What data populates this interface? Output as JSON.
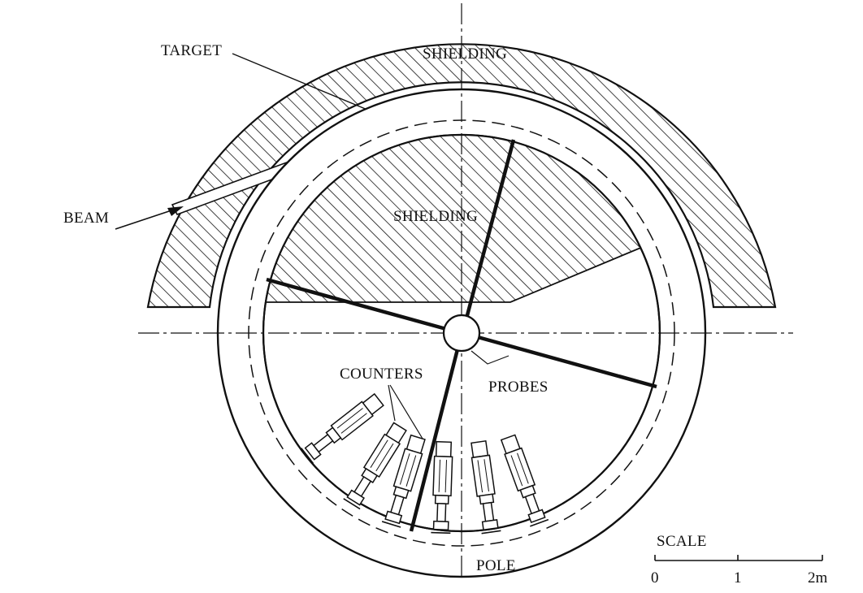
{
  "labels": {
    "target": "TARGET",
    "beam": "BEAM",
    "shielding_outer": "SHIELDING",
    "shielding_inner": "SHIELDING",
    "counters": "COUNTERS",
    "probes": "PROBES",
    "pole": "POLE"
  },
  "scale": {
    "title": "SCALE",
    "ticks": [
      "0",
      "1",
      "2m"
    ]
  }
}
